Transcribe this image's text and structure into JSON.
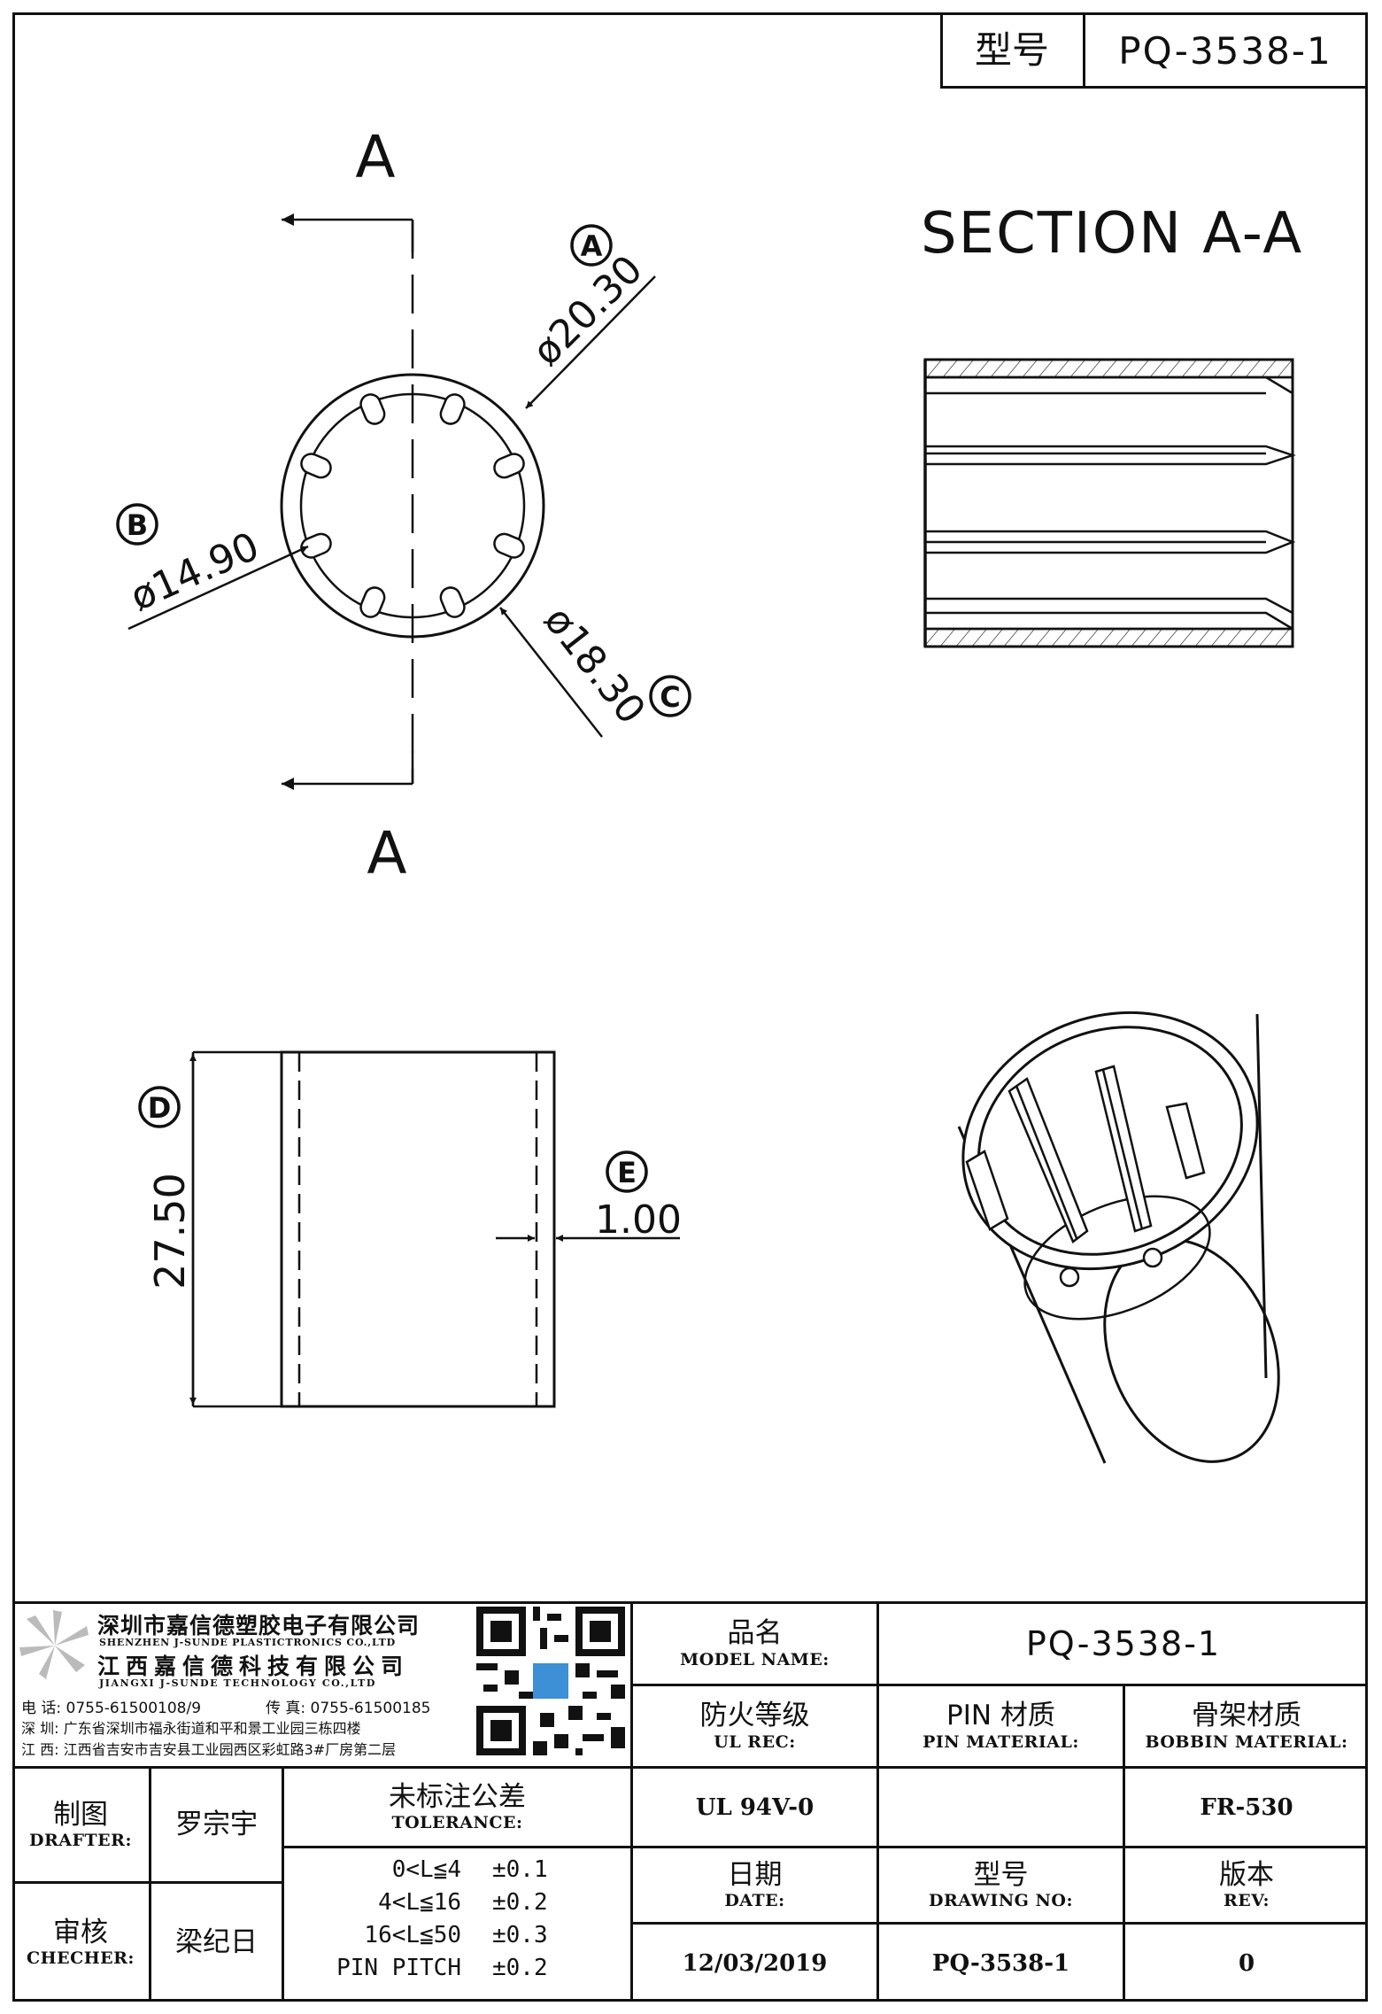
{
  "header": {
    "model_label": "型号",
    "model_value": "PQ-3538-1"
  },
  "drawing": {
    "section_mark_top": "A",
    "section_mark_bottom": "A",
    "section_title": "SECTION A-A",
    "callout_a": "A",
    "callout_b": "B",
    "callout_c": "C",
    "callout_d": "D",
    "callout_e": "E",
    "dim_a": "ø20.30",
    "dim_b": "ø14.90",
    "dim_c": "ø18.30",
    "dim_d": "27.50",
    "dim_e": "1.00"
  },
  "company": {
    "name_cn_1": "深圳市嘉信德塑胶电子有限公司",
    "name_en_1": "SHENZHEN J-SUNDE PLASTICTRONICS CO.,LTD",
    "name_cn_2": "江西嘉信德科技有限公司",
    "name_en_2": "JIANGXI J-SUNDE TECHNOLOGY CO.,LTD",
    "phone": "电 话: 0755-61500108/9",
    "fax": "传 真: 0755-61500185",
    "addr_sz": "深 圳: 广东省深圳市福永街道和平和景工业园三栋四楼",
    "addr_jx": "江 西: 江西省吉安市吉安县工业园西区彩虹路3#厂房第二层"
  },
  "title_block": {
    "model_name_cn": "品名",
    "model_name_en": "MODEL NAME:",
    "model_name_value": "PQ-3538-1",
    "ul_cn": "防火等级",
    "ul_en": "UL REC:",
    "pin_cn": "PIN 材质",
    "pin_en": "PIN MATERIAL:",
    "bobbin_cn": "骨架材质",
    "bobbin_en": "BOBBIN MATERIAL:",
    "ul_value": "UL 94V-0",
    "pin_value": "",
    "bobbin_value": "FR-530",
    "drafter_cn": "制图",
    "drafter_en": "DRAFTER:",
    "drafter_name": "罗宗宇",
    "checker_cn": "审核",
    "checker_en": "CHECHER:",
    "checker_name": "梁纪日",
    "tolerance_cn": "未标注公差",
    "tolerance_en": "TOLERANCE:",
    "tolerances": [
      {
        "range": "0<L≦4",
        "value": "±0.1"
      },
      {
        "range": "4<L≦16",
        "value": "±0.2"
      },
      {
        "range": "16<L≦50",
        "value": "±0.3"
      },
      {
        "range": "PIN PITCH",
        "value": "±0.2"
      }
    ],
    "date_cn": "日期",
    "date_en": "DATE:",
    "date_value": "12/03/2019",
    "drawing_no_cn": "型号",
    "drawing_no_en": "DRAWING NO:",
    "drawing_no_value": "PQ-3538-1",
    "rev_cn": "版本",
    "rev_en": "REV:",
    "rev_value": "0"
  }
}
